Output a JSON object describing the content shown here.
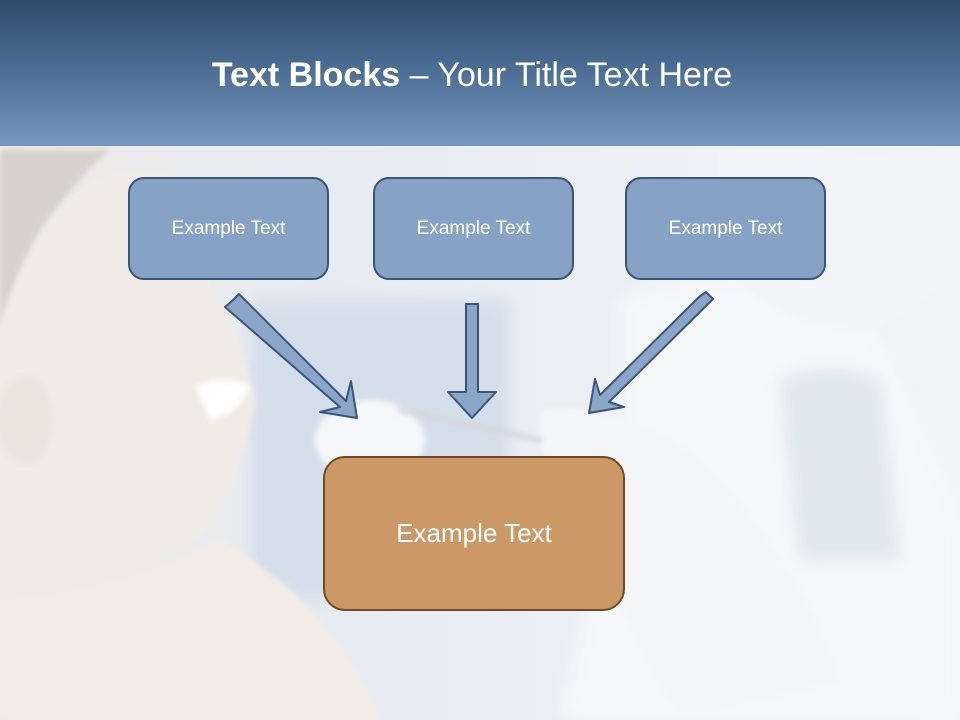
{
  "slide": {
    "title_bold": "Text Blocks",
    "title_rest": "– Your Title Text Here"
  },
  "diagram": {
    "top_boxes": [
      {
        "label": "Example Text"
      },
      {
        "label": "Example Text"
      },
      {
        "label": "Example Text"
      }
    ],
    "bottom_box": {
      "label": "Example Text"
    }
  },
  "colors": {
    "header_dark": "#2f4b6a",
    "header_light": "#7596bd",
    "top_box_fill": "#86a2c4",
    "top_box_border": "#3b5577",
    "bottom_box_fill": "#cc9966",
    "bottom_box_border": "#6e4a28",
    "arrow_fill": "#8aa7c9"
  },
  "background": {
    "description_icon": "dentist-patient-photo"
  }
}
